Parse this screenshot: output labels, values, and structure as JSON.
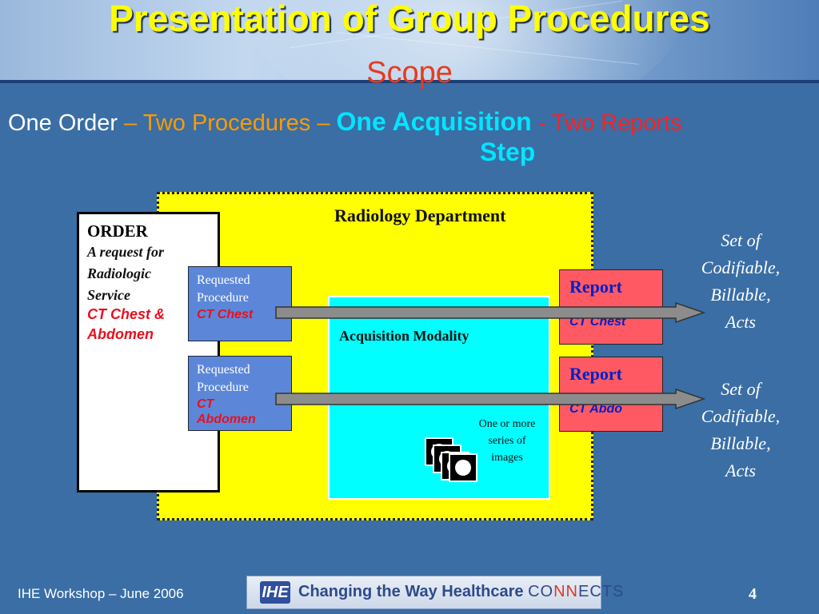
{
  "slide": {
    "title": "Presentation of Group Procedures",
    "scope": "Scope",
    "subtitle": {
      "part1": "One Order ",
      "part2": "– Two Procedures – ",
      "part3": "One Acquisition",
      "part4": " - ",
      "part5": "Two Reports",
      "part6": "Step"
    }
  },
  "diagram": {
    "department_label": "Radiology Department",
    "order": {
      "title": "ORDER",
      "description": "A request for\nRadiologic\nService",
      "item": "CT Chest &\nAbdomen"
    },
    "requested_procedures": [
      {
        "label": "Requested\nProcedure",
        "item": "CT Chest"
      },
      {
        "label": "Requested\nProcedure",
        "item": "CT\nAbdomen"
      }
    ],
    "acquisition_modality": "Acquisition Modality",
    "series_label": "One or more\nseries of\nimages",
    "reports": [
      {
        "label": "Report",
        "item": "CT Chest"
      },
      {
        "label": "Report",
        "item": "CT Abdo"
      }
    ],
    "acts": [
      "Set of\nCodifiable,\nBillable,\nActs",
      "Set of\nCodifiable,\nBillable,\nActs"
    ]
  },
  "footer": {
    "left_text": "IHE Workshop – June 2006",
    "banner_logo": "IHE",
    "banner_text": "Changing the Way Healthcare ",
    "banner_connects_a": "CO",
    "banner_connects_b": "NN",
    "banner_connects_c": "ECTS",
    "page_number": "4"
  },
  "colors": {
    "background": "#3a6ea5",
    "title": "#ffff00",
    "department": "#ffff00",
    "modality": "#00ffff",
    "report": "#ff5a64",
    "requested_procedure": "#5c87d9"
  }
}
